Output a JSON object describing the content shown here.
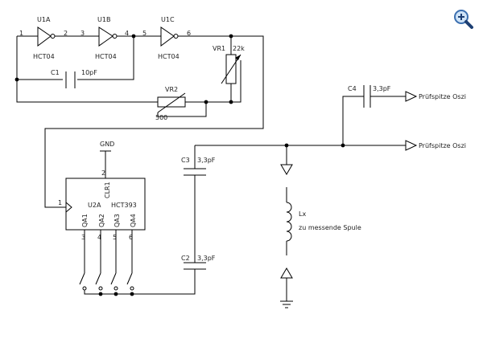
{
  "schematic": {
    "gates": [
      {
        "ref": "U1A",
        "type": "HCT04"
      },
      {
        "ref": "U1B",
        "type": "HCT04"
      },
      {
        "ref": "U1C",
        "type": "HCT04"
      }
    ],
    "pins": {
      "p1": "1",
      "p2": "2",
      "p3": "3",
      "p4": "4",
      "p5": "5",
      "p6": "6"
    },
    "C1": {
      "ref": "C1",
      "value": "10pF"
    },
    "VR1": {
      "ref": "VR1",
      "value": "22k"
    },
    "VR2": {
      "ref": "VR2",
      "value": "500"
    },
    "C4": {
      "ref": "C4",
      "value": "3,3pF"
    },
    "C3": {
      "ref": "C3",
      "value": "3,3pF"
    },
    "C2": {
      "ref": "C2",
      "value": "3,3pF"
    },
    "probe": "Prüfspitze Oszi",
    "gnd": "GND",
    "counter": {
      "ref": "U2A",
      "type": "HCT393",
      "clr": "CLR1",
      "clr_pin": "2",
      "clk_pin": "1",
      "outputs": [
        "QA1",
        "QA2",
        "QA3",
        "QA4"
      ],
      "out_pins": [
        "3",
        "4",
        "5",
        "6"
      ]
    },
    "inductor": {
      "ref": "Lx",
      "desc": "zu messende Spule"
    }
  },
  "toolbar": {
    "zoom_icon": "magnifier-plus-icon"
  }
}
